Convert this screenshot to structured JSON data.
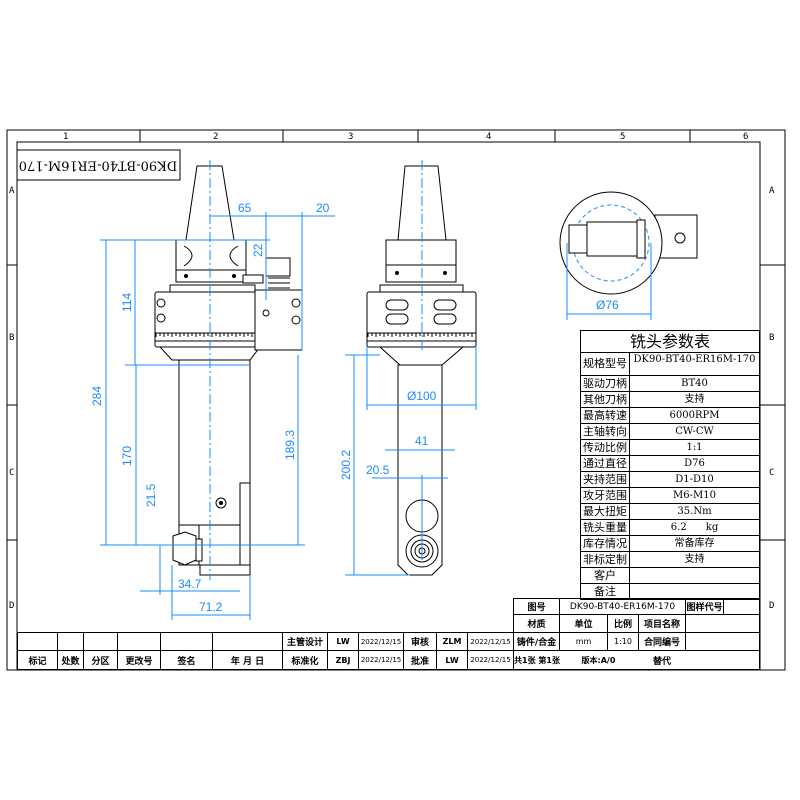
{
  "frame": {
    "columns": [
      "1",
      "2",
      "3",
      "4",
      "5",
      "6"
    ],
    "rows": [
      "A",
      "B",
      "C",
      "D"
    ]
  },
  "drawing_title": "DK90-BT40-ER16M-170",
  "dimensions": {
    "front": {
      "d65": "65",
      "d20": "20",
      "d22": "22",
      "d114": "114",
      "d284": "284",
      "d170": "170",
      "d189": "189.3",
      "d21": "21.5",
      "d34": "34.7",
      "d71": "71.2"
    },
    "side": {
      "d100": "Ø100",
      "d41": "41",
      "d20": "20.5",
      "d200": "200.2"
    },
    "top": {
      "d76": "Ø76"
    }
  },
  "params": {
    "title": "铣头参数表",
    "rows": [
      {
        "k": "规格型号",
        "v": "DK90-BT40-ER16M-170"
      },
      {
        "k": "驱动刀柄",
        "v": "BT40"
      },
      {
        "k": "其他刀柄",
        "v": "支持"
      },
      {
        "k": "最高转速",
        "v": "6000RPM"
      },
      {
        "k": "主轴转向",
        "v": "CW-CW"
      },
      {
        "k": "传动比例",
        "v": "1:1"
      },
      {
        "k": "通过直径",
        "v": "D76"
      },
      {
        "k": "夹持范围",
        "v": "D1-D10"
      },
      {
        "k": "攻牙范围",
        "v": "M6-M10"
      },
      {
        "k": "最大扭矩",
        "v": "35.Nm"
      },
      {
        "k": "铣头重量",
        "v": "6.2      kg"
      },
      {
        "k": "库存情况",
        "v": "常备库存"
      },
      {
        "k": "非标定制",
        "v": "支持"
      },
      {
        "k": "客户",
        "v": ""
      },
      {
        "k": "备注",
        "v": ""
      }
    ]
  },
  "title_block": {
    "drawing_no_label": "图号",
    "drawing_no": "DK90-BT40-ER16M-170",
    "pattern_code_label": "图样代号",
    "material_label": "材质",
    "unit_label": "单位",
    "scale_label": "比例",
    "project_label": "项目名称",
    "designer_label": "主管设计",
    "designer": "LW",
    "designer_date": "2022/12/15",
    "reviewer_label": "审核",
    "reviewer": "ZLM",
    "reviewer_date": "2022/12/15",
    "material": "铸件/合金",
    "unit": "mm",
    "scale": "1:10",
    "contract_label": "合同编号",
    "std_label": "标准化",
    "std": "ZBJ",
    "std_date": "2022/12/15",
    "approver_label": "批准",
    "approver": "LW",
    "approver_date": "2022/12/15",
    "sheets": "共1张 第1张",
    "version": "版本:A/0",
    "replace_label": "替代",
    "rev_headers": [
      "标记",
      "处数",
      "分区",
      "更改号",
      "签名",
      "年 月 日"
    ]
  }
}
